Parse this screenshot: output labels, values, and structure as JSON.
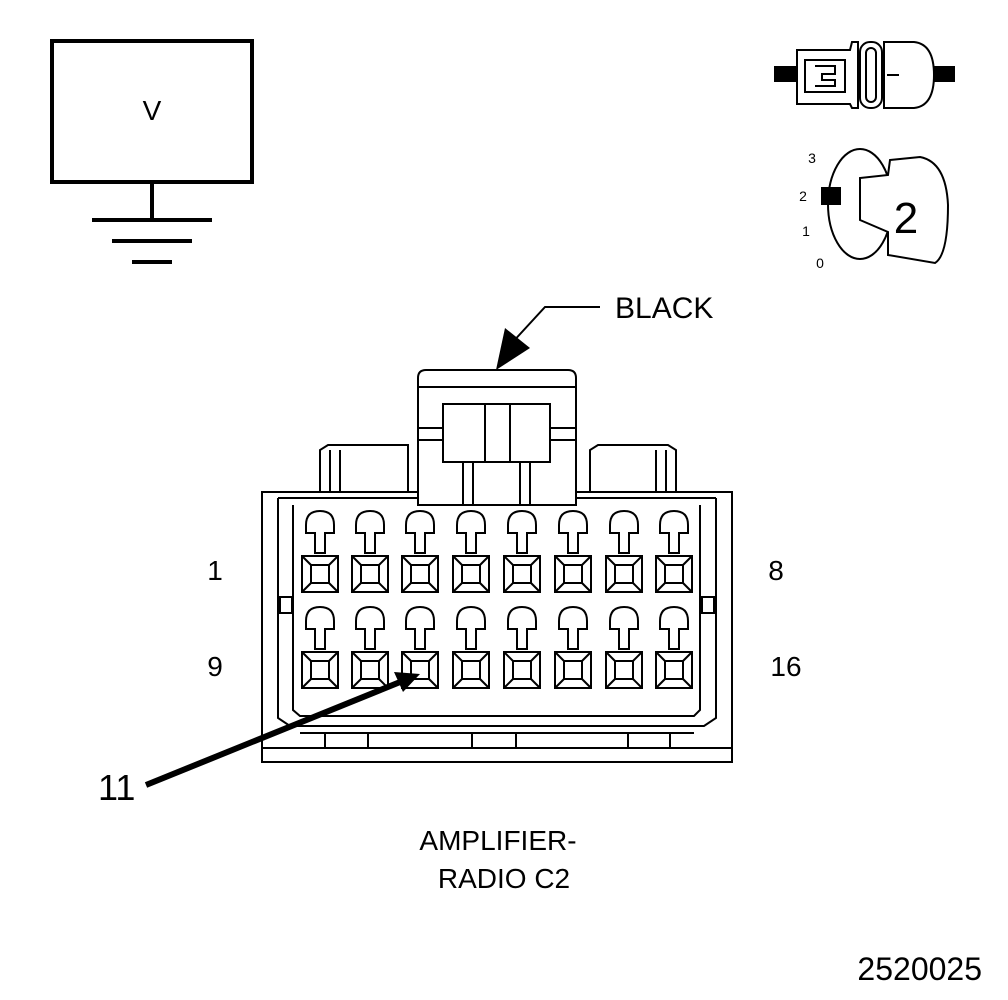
{
  "meter": {
    "label": "V"
  },
  "key_switch": {
    "positions": [
      "3",
      "2",
      "1",
      "0"
    ],
    "number": "2"
  },
  "connector": {
    "color_label": "BLACK",
    "pin_labels": {
      "row1_left": "1",
      "row1_right": "8",
      "row2_left": "9",
      "row2_right": "16"
    },
    "pin_callout": "11",
    "name_line1": "AMPLIFIER-",
    "name_line2": "RADIO C2"
  },
  "figure_id": "2520025"
}
